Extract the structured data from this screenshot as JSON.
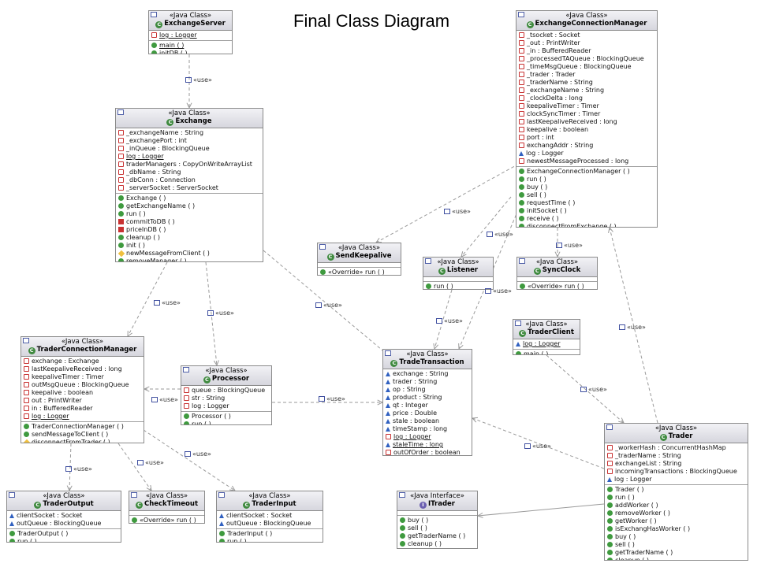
{
  "title": "Final Class Diagram",
  "use_label": "«use»",
  "classes": {
    "exchange_server": {
      "stereotype": "«Java Class»",
      "name": "ExchangeServer",
      "attributes": [
        {
          "vis": "priv-static",
          "text": "log : Logger",
          "underline": true
        }
      ],
      "methods": [
        {
          "vis": "pub",
          "text": "main ( )",
          "underline": true
        },
        {
          "vis": "pub-static",
          "text": "initDB ( )",
          "underline": true
        }
      ]
    },
    "exchange": {
      "stereotype": "«Java Class»",
      "name": "Exchange",
      "attributes": [
        {
          "vis": "priv",
          "text": "_exchangeName : String"
        },
        {
          "vis": "priv",
          "text": "_exchangePort : int"
        },
        {
          "vis": "priv",
          "text": "_inQueue : BlockingQueue"
        },
        {
          "vis": "priv-static",
          "text": "log : Logger",
          "underline": true
        },
        {
          "vis": "priv",
          "text": "traderManagers : CopyOnWriteArrayList"
        },
        {
          "vis": "priv",
          "text": "_dbName : String"
        },
        {
          "vis": "priv",
          "text": "_dbConn : Connection"
        },
        {
          "vis": "priv",
          "text": "_serverSocket : ServerSocket"
        }
      ],
      "methods": [
        {
          "vis": "ctor",
          "text": "Exchange ( )"
        },
        {
          "vis": "pub",
          "text": "getExchangeName ( )"
        },
        {
          "vis": "pub",
          "text": "run ( )"
        },
        {
          "vis": "privm",
          "text": "commitToDB ( )"
        },
        {
          "vis": "privm",
          "text": "priceInDB ( )"
        },
        {
          "vis": "pub",
          "text": "cleanup ( )"
        },
        {
          "vis": "pub",
          "text": "init ( )"
        },
        {
          "vis": "def",
          "text": "newMessageFromClient ( )"
        },
        {
          "vis": "pub",
          "text": "removeManager ( )"
        }
      ]
    },
    "exchange_connection_manager": {
      "stereotype": "«Java Class»",
      "name": "ExchangeConnectionManager",
      "attributes": [
        {
          "vis": "priv",
          "text": "_tsocket : Socket"
        },
        {
          "vis": "priv",
          "text": "_out : PrintWriter"
        },
        {
          "vis": "priv",
          "text": "_in : BufferedReader"
        },
        {
          "vis": "priv",
          "text": "_processedTAQueue : BlockingQueue"
        },
        {
          "vis": "priv",
          "text": "_timeMsgQueue : BlockingQueue"
        },
        {
          "vis": "priv",
          "text": "_trader : Trader"
        },
        {
          "vis": "priv",
          "text": "_traderName : String"
        },
        {
          "vis": "priv",
          "text": "_exchangeName : String"
        },
        {
          "vis": "priv",
          "text": "_clockDelta : long"
        },
        {
          "vis": "priv",
          "text": "keepaliveTimer : Timer"
        },
        {
          "vis": "priv",
          "text": "clockSyncTimer : Timer"
        },
        {
          "vis": "priv",
          "text": "lastKeepaliveReceived : long"
        },
        {
          "vis": "priv",
          "text": "keepalive : boolean"
        },
        {
          "vis": "priv",
          "text": "port : int"
        },
        {
          "vis": "priv",
          "text": "exchangAddr : String"
        },
        {
          "vis": "pkg",
          "text": "log : Logger"
        },
        {
          "vis": "priv",
          "text": "newestMessageProcessed : long"
        }
      ],
      "methods": [
        {
          "vis": "ctor",
          "text": "ExchangeConnectionManager ( )"
        },
        {
          "vis": "pub",
          "text": "run ( )"
        },
        {
          "vis": "pub",
          "text": "buy ( )"
        },
        {
          "vis": "pub",
          "text": "sell ( )"
        },
        {
          "vis": "pub",
          "text": "requestTime ( )"
        },
        {
          "vis": "pub",
          "text": "initSocket ( )"
        },
        {
          "vis": "pub",
          "text": "receive ( )"
        },
        {
          "vis": "pub",
          "text": "disconnectFromExchange ( )"
        }
      ]
    },
    "send_keepalive": {
      "stereotype": "«Java Class»",
      "name": "SendKeepalive",
      "attributes": [],
      "methods": [
        {
          "vis": "pub",
          "text": "«Override» run ( )"
        }
      ]
    },
    "listener": {
      "stereotype": "«Java Class»",
      "name": "Listener",
      "attributes": [],
      "methods": [
        {
          "vis": "pub",
          "text": "run ( )"
        }
      ]
    },
    "sync_clock": {
      "stereotype": "«Java Class»",
      "name": "SyncClock",
      "attributes": [],
      "methods": [
        {
          "vis": "pub",
          "text": "«Override» run ( )"
        }
      ]
    },
    "trader_client": {
      "stereotype": "«Java Class»",
      "name": "TraderClient",
      "attributes": [
        {
          "vis": "pkg-static",
          "text": "log : Logger",
          "underline": true
        }
      ],
      "methods": [
        {
          "vis": "pub-static",
          "text": "main ( )",
          "underline": true
        }
      ]
    },
    "trader_connection_manager": {
      "stereotype": "«Java Class»",
      "name": "TraderConnectionManager",
      "attributes": [
        {
          "vis": "priv",
          "text": "exchange : Exchange"
        },
        {
          "vis": "priv",
          "text": "lastKeepaliveReceived : long"
        },
        {
          "vis": "priv",
          "text": "keepaliveTimer : Timer"
        },
        {
          "vis": "priv",
          "text": "outMsgQueue : BlockingQueue"
        },
        {
          "vis": "priv",
          "text": "keepalive : boolean"
        },
        {
          "vis": "priv",
          "text": "out : PrintWriter"
        },
        {
          "vis": "priv",
          "text": "in : BufferedReader"
        },
        {
          "vis": "priv-static",
          "text": "log : Logger",
          "underline": true
        }
      ],
      "methods": [
        {
          "vis": "ctor",
          "text": "TraderConnectionManager ( )"
        },
        {
          "vis": "pub",
          "text": "sendMessageToClient ( )"
        },
        {
          "vis": "def",
          "text": "disconnectFromTrader ( )"
        }
      ]
    },
    "processor": {
      "stereotype": "«Java Class»",
      "name": "Processor",
      "attributes": [
        {
          "vis": "priv",
          "text": "queue : BlockingQueue"
        },
        {
          "vis": "priv",
          "text": "str : String"
        },
        {
          "vis": "priv",
          "text": "log : Logger"
        }
      ],
      "methods": [
        {
          "vis": "ctor",
          "text": "Processor ( )"
        },
        {
          "vis": "pub",
          "text": "run ( )"
        }
      ]
    },
    "trade_transaction": {
      "stereotype": "«Java Class»",
      "name": "TradeTransaction",
      "attributes": [
        {
          "vis": "pkg",
          "text": "exchange : String"
        },
        {
          "vis": "pkg",
          "text": "trader : String"
        },
        {
          "vis": "pkg",
          "text": "op : String"
        },
        {
          "vis": "pkg",
          "text": "product : String"
        },
        {
          "vis": "pkg",
          "text": "qt : Integer"
        },
        {
          "vis": "pkg",
          "text": "price : Double"
        },
        {
          "vis": "pkg",
          "text": "stale : boolean"
        },
        {
          "vis": "pkg",
          "text": "timeStamp : long"
        },
        {
          "vis": "priv-static",
          "text": "log : Logger",
          "underline": true
        },
        {
          "vis": "pkg-static",
          "text": "staleTime : long",
          "underline": true
        },
        {
          "vis": "priv",
          "text": "outOfOrder : boolean"
        }
      ],
      "methods": []
    },
    "trader": {
      "stereotype": "«Java Class»",
      "name": "Trader",
      "attributes": [
        {
          "vis": "priv",
          "text": "_workerHash : ConcurrentHashMap"
        },
        {
          "vis": "priv",
          "text": "_traderName : String"
        },
        {
          "vis": "priv",
          "text": "exchangeList : String"
        },
        {
          "vis": "priv",
          "text": "incomingTransactions : BlockingQueue"
        },
        {
          "vis": "pkg",
          "text": "log : Logger"
        }
      ],
      "methods": [
        {
          "vis": "ctor",
          "text": "Trader ( )"
        },
        {
          "vis": "pub",
          "text": "run ( )"
        },
        {
          "vis": "pub",
          "text": "addWorker ( )"
        },
        {
          "vis": "pub",
          "text": "removeWorker ( )"
        },
        {
          "vis": "pub",
          "text": "getWorker ( )"
        },
        {
          "vis": "pub",
          "text": "isExchangHasWorker ( )"
        },
        {
          "vis": "pub",
          "text": "buy ( )"
        },
        {
          "vis": "pub",
          "text": "sell ( )"
        },
        {
          "vis": "pub",
          "text": "getTraderName ( )"
        },
        {
          "vis": "pub",
          "text": "cleanup ( )"
        }
      ]
    },
    "trader_output": {
      "stereotype": "«Java Class»",
      "name": "TraderOutput",
      "attributes": [
        {
          "vis": "pkg",
          "text": "clientSocket : Socket"
        },
        {
          "vis": "pkg",
          "text": "outQueue : BlockingQueue"
        }
      ],
      "methods": [
        {
          "vis": "ctor",
          "text": "TraderOutput ( )"
        },
        {
          "vis": "pub",
          "text": "run ( )"
        }
      ]
    },
    "check_timeout": {
      "stereotype": "«Java Class»",
      "name": "CheckTimeout",
      "attributes": [],
      "methods": [
        {
          "vis": "pub",
          "text": "«Override» run ( )"
        }
      ]
    },
    "trader_input": {
      "stereotype": "«Java Class»",
      "name": "TraderInput",
      "attributes": [
        {
          "vis": "pkg",
          "text": "clientSocket : Socket"
        },
        {
          "vis": "pkg",
          "text": "outQueue : BlockingQueue"
        }
      ],
      "methods": [
        {
          "vis": "ctor",
          "text": "TraderInput ( )"
        },
        {
          "vis": "pub",
          "text": "run ( )"
        }
      ]
    },
    "itrader": {
      "stereotype": "«Java Interface»",
      "name": "ITrader",
      "interface": true,
      "attributes": [],
      "methods": [
        {
          "vis": "pub",
          "text": "buy ( )"
        },
        {
          "vis": "pub",
          "text": "sell ( )"
        },
        {
          "vis": "pub",
          "text": "getTraderName ( )"
        },
        {
          "vis": "pub",
          "text": "cleanup ( )"
        }
      ]
    }
  },
  "relations": [
    {
      "from": "exchange_server",
      "to": "exchange",
      "label": "«use»"
    },
    {
      "from": "exchange",
      "to": "trader_connection_manager",
      "label": "«use»"
    },
    {
      "from": "exchange",
      "to": "processor",
      "label": "«use»"
    },
    {
      "from": "exchange",
      "to": "trade_transaction",
      "label": "«use»"
    },
    {
      "from": "processor",
      "to": "trader_connection_manager",
      "label": "«use»"
    },
    {
      "from": "processor",
      "to": "trade_transaction",
      "label": "«use»"
    },
    {
      "from": "trader_connection_manager",
      "to": "trader_output",
      "label": "«use»"
    },
    {
      "from": "trader_connection_manager",
      "to": "check_timeout",
      "label": "«use»"
    },
    {
      "from": "trader_connection_manager",
      "to": "trader_input",
      "label": "«use»"
    },
    {
      "from": "exchange_connection_manager",
      "to": "send_keepalive",
      "label": "«use»"
    },
    {
      "from": "exchange_connection_manager",
      "to": "listener",
      "label": "«use»"
    },
    {
      "from": "exchange_connection_manager",
      "to": "sync_clock",
      "label": "«use»"
    },
    {
      "from": "exchange_connection_manager",
      "to": "trade_transaction",
      "label": "«use»"
    },
    {
      "from": "listener",
      "to": "trade_transaction",
      "label": "«use»"
    },
    {
      "from": "trader_client",
      "to": "trader",
      "label": "«use»"
    },
    {
      "from": "trader",
      "to": "exchange_connection_manager",
      "label": "«use»"
    },
    {
      "from": "trader",
      "to": "trade_transaction",
      "label": "«use»"
    },
    {
      "from": "trader",
      "to": "itrader",
      "label": ""
    }
  ]
}
